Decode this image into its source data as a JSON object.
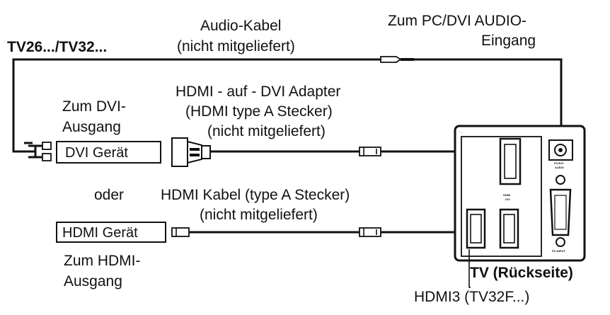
{
  "labels": {
    "model": "TV26.../TV32...",
    "audio_cable_1": "Audio-Kabel",
    "audio_cable_2": "(nicht mitgeliefert)",
    "pc_audio_1": "Zum PC/DVI AUDIO-",
    "pc_audio_2": "Eingang",
    "adapter_1": "HDMI - auf - DVI Adapter",
    "adapter_2": "(HDMI type A Stecker)",
    "adapter_3": "(nicht mitgeliefert)",
    "dvi_out_1": "Zum DVI-",
    "dvi_out_2": "Ausgang",
    "or": "oder",
    "hdmi_cable_1": "HDMI Kabel (type A Stecker)",
    "hdmi_cable_2": "(nicht mitgeliefert)",
    "hdmi_out_1": "Zum HDMI-",
    "hdmi_out_2": "Ausgang",
    "tv_back": "TV (Rückseite)",
    "hdmi3": "HDMI3 (TV32F...)"
  },
  "devices": {
    "dvi_device": "DVI Gerät",
    "hdmi_device": "HDMI Gerät"
  },
  "panel_labels": {
    "hdmi_dvi_1": "HDMI",
    "hdmi_dvi_2": "DVI",
    "pc_dvi_audio_1": "PC/DVI",
    "pc_dvi_audio_2": "AUDIO",
    "pc_input": "PC-INPUT"
  }
}
